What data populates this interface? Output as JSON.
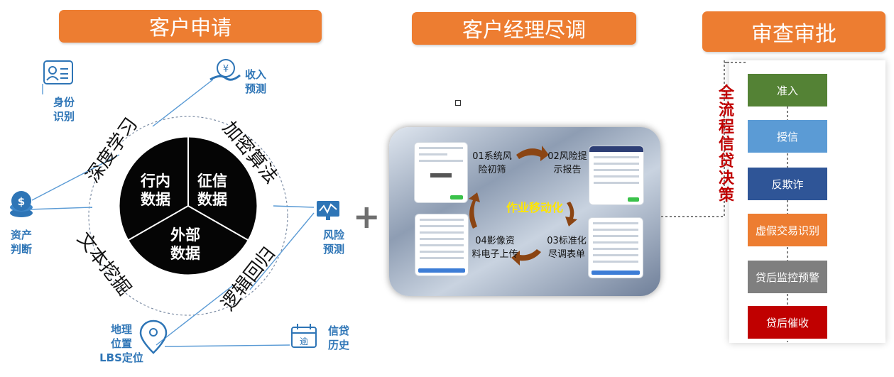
{
  "sections": {
    "apply": "客户申请",
    "due_diligence": "客户经理尽调",
    "review": "审查审批"
  },
  "data_sources": {
    "internal": [
      "行内",
      "数据"
    ],
    "credit": [
      "征信",
      "数据"
    ],
    "external": [
      "外部",
      "数据"
    ]
  },
  "methods": {
    "deep_learning": "深度学习",
    "encryption": "加密算法",
    "text_mining": "文本挖掘",
    "logistic_regression": "逻辑回归"
  },
  "capabilities": {
    "identity": [
      "身份",
      "识别"
    ],
    "income": [
      "收入",
      "预测"
    ],
    "assets": [
      "资产",
      "判断"
    ],
    "risk": [
      "风险",
      "预测"
    ],
    "location": [
      "地理",
      "位置",
      "LBS定位"
    ],
    "credit_history": [
      "信贷",
      "历史"
    ]
  },
  "steps": {
    "s01": [
      "01系统风",
      "险初筛"
    ],
    "s02": [
      "02风险提",
      "示报告"
    ],
    "s03": [
      "03标准化",
      "尽调表单"
    ],
    "s04": [
      "04影像资",
      "料电子上传"
    ]
  },
  "mobile_label": "作业移动化",
  "plus_sign": "+",
  "full_process_label": "全流程信贷决策",
  "stages": [
    "准入",
    "授信",
    "反欺诈",
    "虚假交易识别",
    "贷后监控预警",
    "贷后催收"
  ],
  "colors": {
    "header": "#ED7D31",
    "accent_blue": "#2E75B6",
    "arrow_brown": "#8B4513",
    "stage_green": "#548235",
    "stage_lightblue": "#5B9BD5",
    "stage_navy": "#2F5597",
    "stage_orange": "#ED7D31",
    "stage_gray": "#7F7F7F",
    "stage_red": "#C00000",
    "decision_red": "#C00000"
  },
  "icons": {
    "identity": "id-card-icon",
    "income": "hand-coin-icon",
    "assets": "coin-stack-icon",
    "risk": "monitor-chart-icon",
    "location": "map-pin-icon",
    "credit_history": "calendar-icon"
  }
}
